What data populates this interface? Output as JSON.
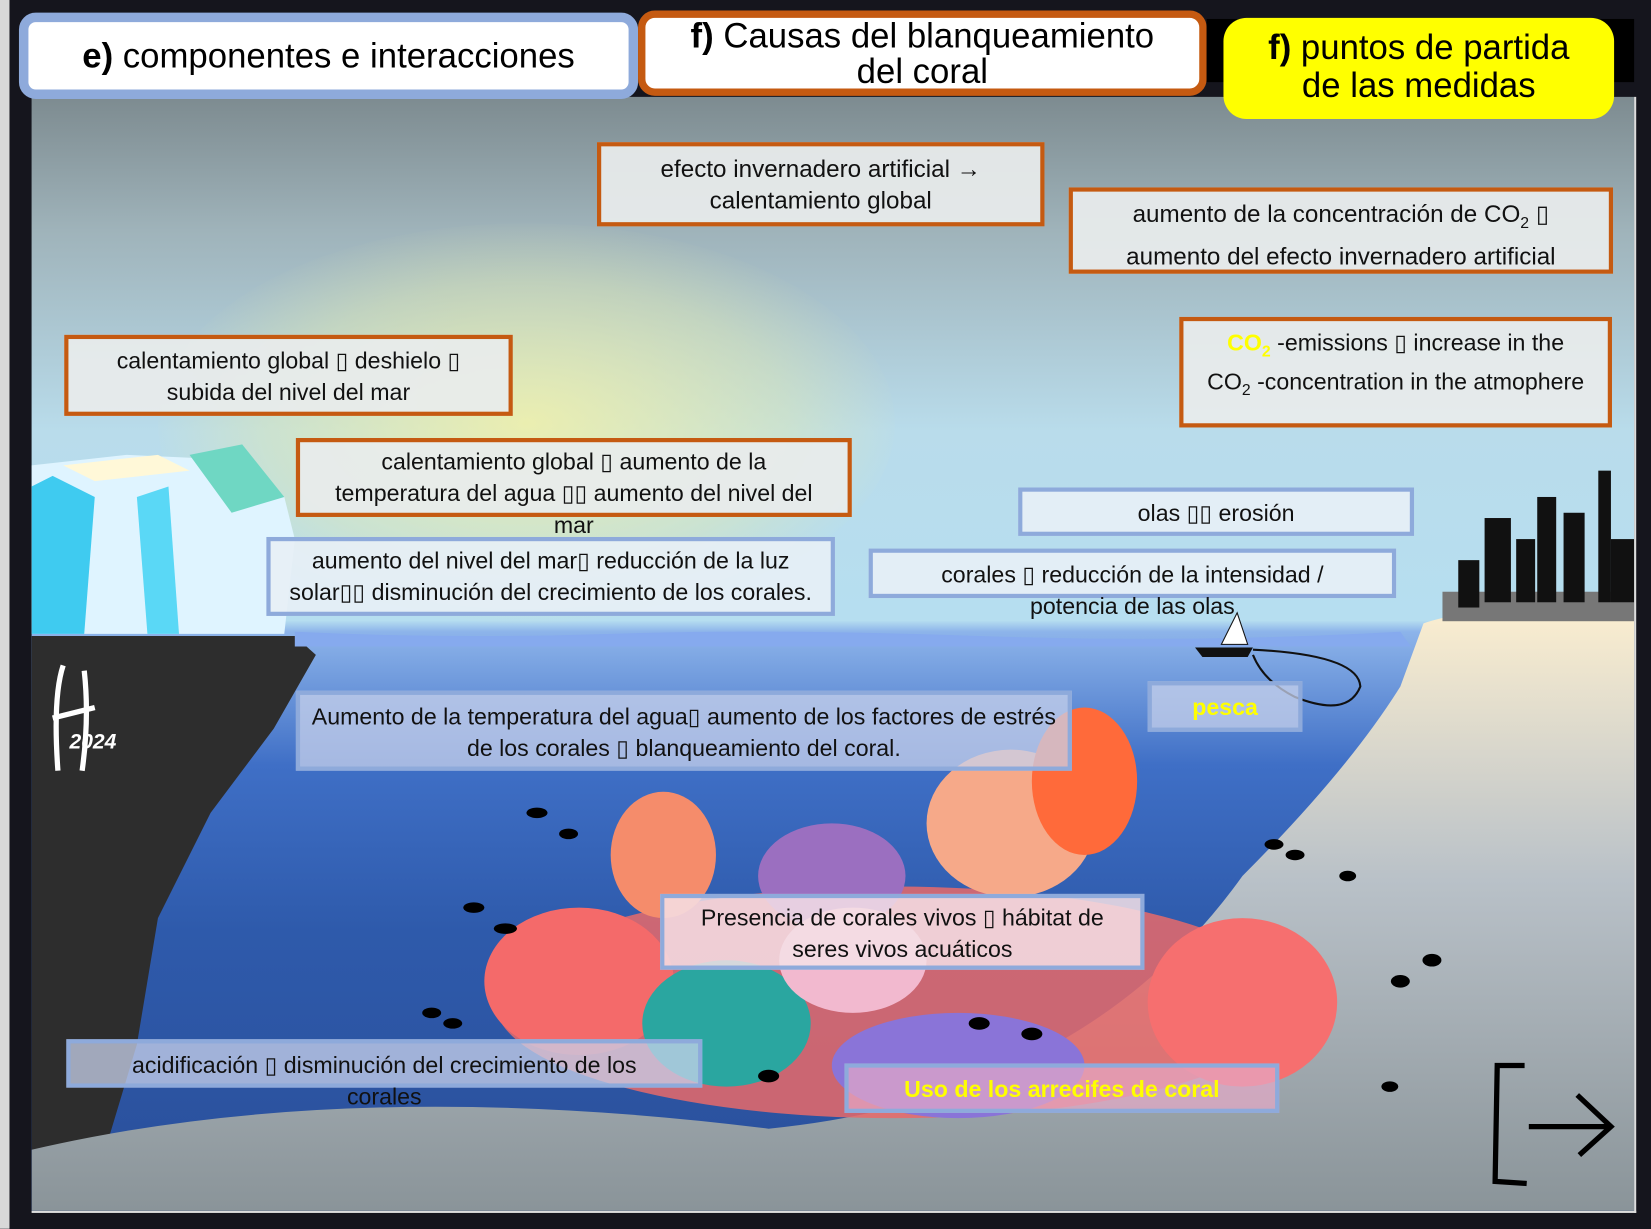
{
  "tabs": [
    {
      "prefix": "e)",
      "label": "componentes e interacciones"
    },
    {
      "prefix": "f)",
      "label": "Causas del blanqueamiento del coral"
    },
    {
      "prefix": "f)",
      "label": "puntos de partida de las medidas"
    }
  ],
  "boxes": {
    "greenhouse": "efecto invernadero artificial → calentamiento global",
    "co2_conc_a": "aumento de la concentración de CO",
    "co2_conc_sub": "2",
    "co2_conc_b": " ▯ aumento del efecto invernadero artificial",
    "emissions_co": "CO",
    "emissions_sub": "2",
    "emissions_a": " -emissions ▯ increase in the CO",
    "emissions_sub2": "2",
    "emissions_b": " -concentration in the atmophere",
    "melting": "calentamiento global ▯ deshielo ▯ subida del nivel del mar",
    "water_temp": "calentamiento global ▯ aumento de la temperatura del agua ▯▯ aumento del nivel del mar",
    "sunlight": "aumento del nivel del mar▯ reducción de la luz solar▯▯ disminución del crecimiento de los corales.",
    "waves": "olas ▯▯ erosión",
    "wave_power": "corales ▯ reducción de la intensidad / potencia de las olas",
    "stress": "Aumento de la temperatura del agua▯ aumento de los factores de estrés de los corales ▯ blanqueamiento del coral.",
    "fishing": "pesca",
    "habitat": "Presencia de corales vivos ▯ hábitat de seres vivos acuáticos",
    "acidification": "acidificación ▯ disminución del crecimiento de los corales",
    "reef_use": "Uso de los arrecifes de coral"
  },
  "logo": {
    "year": "2024"
  },
  "colors": {
    "orange": "#c55a11",
    "blue": "#8eaadb",
    "yellow": "#ffff00"
  }
}
